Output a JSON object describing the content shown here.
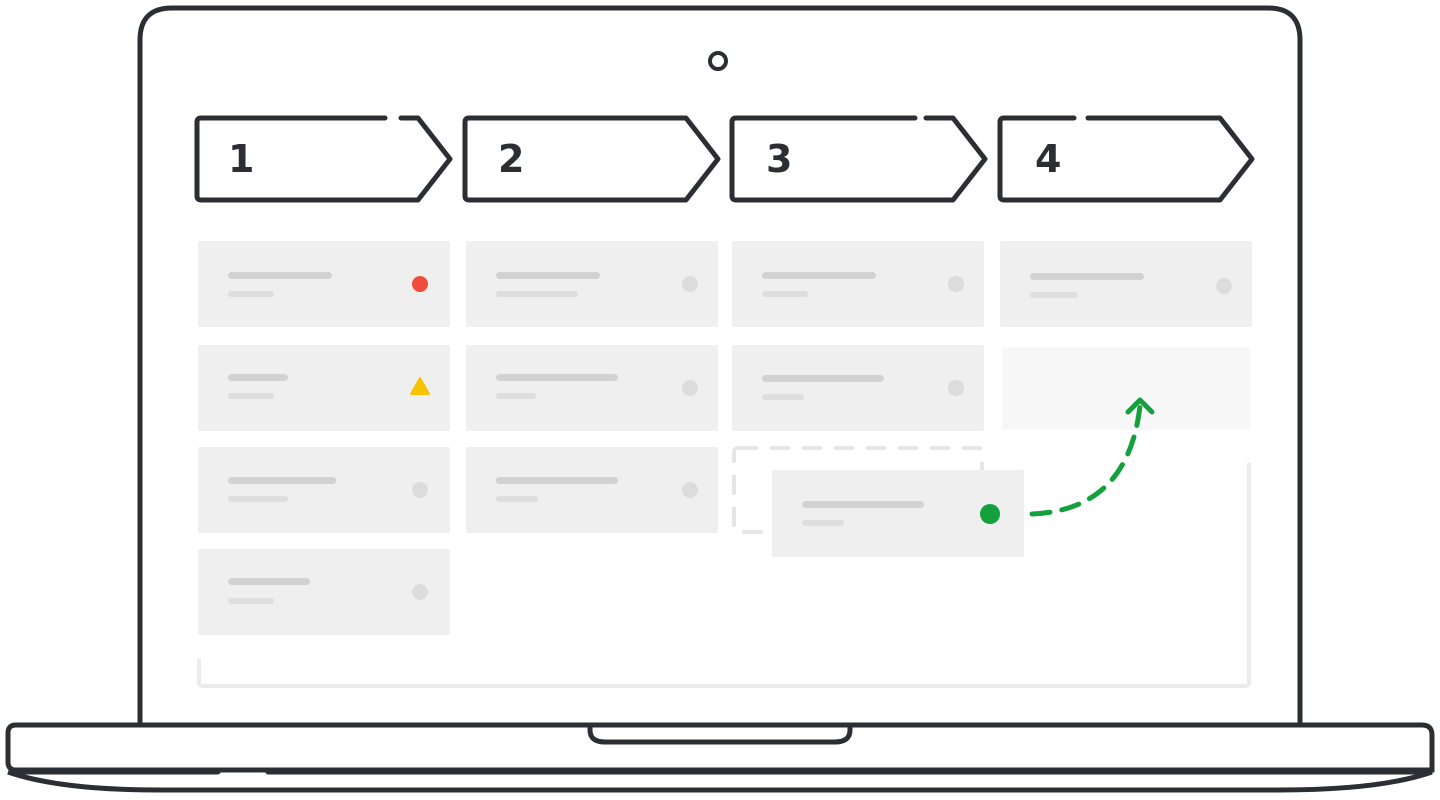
{
  "stages": [
    {
      "label": "1"
    },
    {
      "label": "2"
    },
    {
      "label": "3"
    },
    {
      "label": "4"
    }
  ],
  "columns": [
    {
      "cards": [
        {
          "indicator": "red-dot"
        },
        {
          "indicator": "yellow-warning-triangle"
        },
        {
          "indicator": "gray-dot"
        },
        {
          "indicator": "gray-dot"
        }
      ]
    },
    {
      "cards": [
        {
          "indicator": "gray-dot"
        },
        {
          "indicator": "gray-dot"
        },
        {
          "indicator": "gray-dot"
        }
      ]
    },
    {
      "cards": [
        {
          "indicator": "gray-dot"
        },
        {
          "indicator": "gray-dot"
        },
        {
          "placeholder": true
        }
      ]
    },
    {
      "cards": [
        {
          "indicator": "gray-dot"
        },
        {
          "drop_target": true
        }
      ]
    }
  ],
  "dragged_card": {
    "indicator": "green-dot",
    "from_stage": "3",
    "to_stage": "4"
  },
  "colors": {
    "outline": "#2b2e33",
    "card": "#efefef",
    "card_line": "#d2d2d2",
    "red": "#f04b3c",
    "yellow": "#f8c200",
    "green": "#14a03c",
    "gray_dot": "#dcdcdc"
  },
  "icons": [
    "camera-icon",
    "stage-arrow",
    "red-dot-icon",
    "warning-triangle-icon",
    "green-dot-icon",
    "curved-drag-arrow-icon"
  ]
}
